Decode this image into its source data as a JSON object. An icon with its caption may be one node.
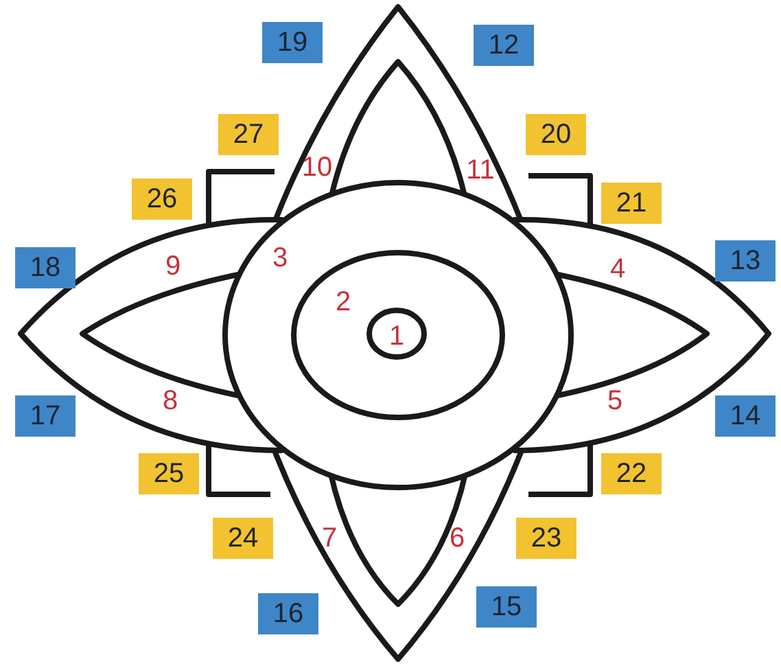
{
  "diagram": {
    "nodes": [
      {
        "text": [
          "19"
        ]
      },
      {
        "text": [
          "12"
        ]
      },
      {
        "text": [
          "27"
        ]
      },
      {
        "text": [
          "20"
        ]
      },
      {
        "text": [
          "26"
        ]
      },
      {
        "text": [
          "21"
        ]
      },
      {
        "text": [
          "18"
        ]
      },
      {
        "text": [
          "13"
        ]
      },
      {
        "text": [
          "17"
        ]
      },
      {
        "text": [
          "14"
        ]
      },
      {
        "text": [
          "25"
        ]
      },
      {
        "text": [
          "22"
        ]
      },
      {
        "text": [
          "24"
        ]
      },
      {
        "text": [
          "23"
        ]
      },
      {
        "text": [
          "16"
        ]
      },
      {
        "text": [
          "15"
        ]
      }
    ],
    "labels": [
      "10",
      "11",
      "3",
      "9",
      "4",
      "2",
      "1",
      "8",
      "5",
      "7",
      "6"
    ]
  }
}
